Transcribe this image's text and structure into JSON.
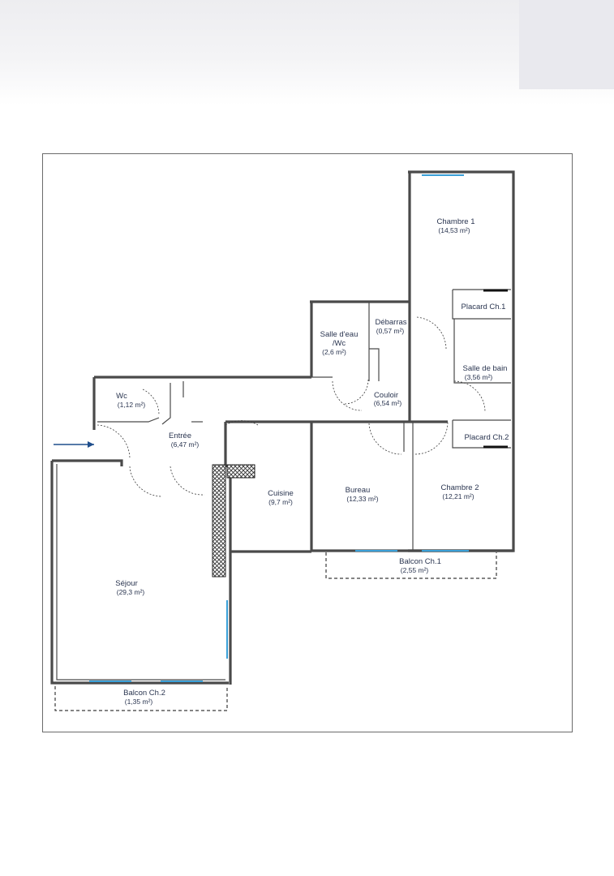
{
  "rooms": {
    "chambre1": {
      "name": "Chambre 1",
      "area": "(14,53 m²)"
    },
    "placard_ch1": {
      "name": "Placard Ch.1"
    },
    "debarras": {
      "name": "Débarras",
      "area": "(0,57 m²)"
    },
    "salle_eau": {
      "name": "Salle d'eau",
      "name2": "/Wc",
      "area": "(2,6 m²)"
    },
    "salle_bain": {
      "name": "Salle de bain",
      "area": "(3,56 m²)"
    },
    "couloir": {
      "name": "Couloir",
      "area": "(6,54 m²)"
    },
    "wc": {
      "name": "Wc",
      "area": "(1,12 m²)"
    },
    "entree": {
      "name": "Entrée",
      "area": "(6,47 m²)"
    },
    "placard_ch2": {
      "name": "Placard Ch.2"
    },
    "cuisine": {
      "name": "Cuisine",
      "area": "(9,7 m²)"
    },
    "bureau": {
      "name": "Bureau",
      "area": "(12,33 m²)"
    },
    "chambre2": {
      "name": "Chambre 2",
      "area": "(12,21 m²)"
    },
    "balcon_ch1": {
      "name": "Balcon Ch.1",
      "area": "(2,55 m²)"
    },
    "sejour": {
      "name": "Séjour",
      "area": "(29,3 m²)"
    },
    "balcon_ch2": {
      "name": "Balcon Ch.2",
      "area": "(1,35 m²)"
    }
  },
  "colors": {
    "wall": "#4a4a4a",
    "window": "#3aa0d8",
    "text": "#2a3550",
    "entry_arrow": "#1f4e8c"
  },
  "icons": {
    "entry": "entry-arrow-icon"
  }
}
